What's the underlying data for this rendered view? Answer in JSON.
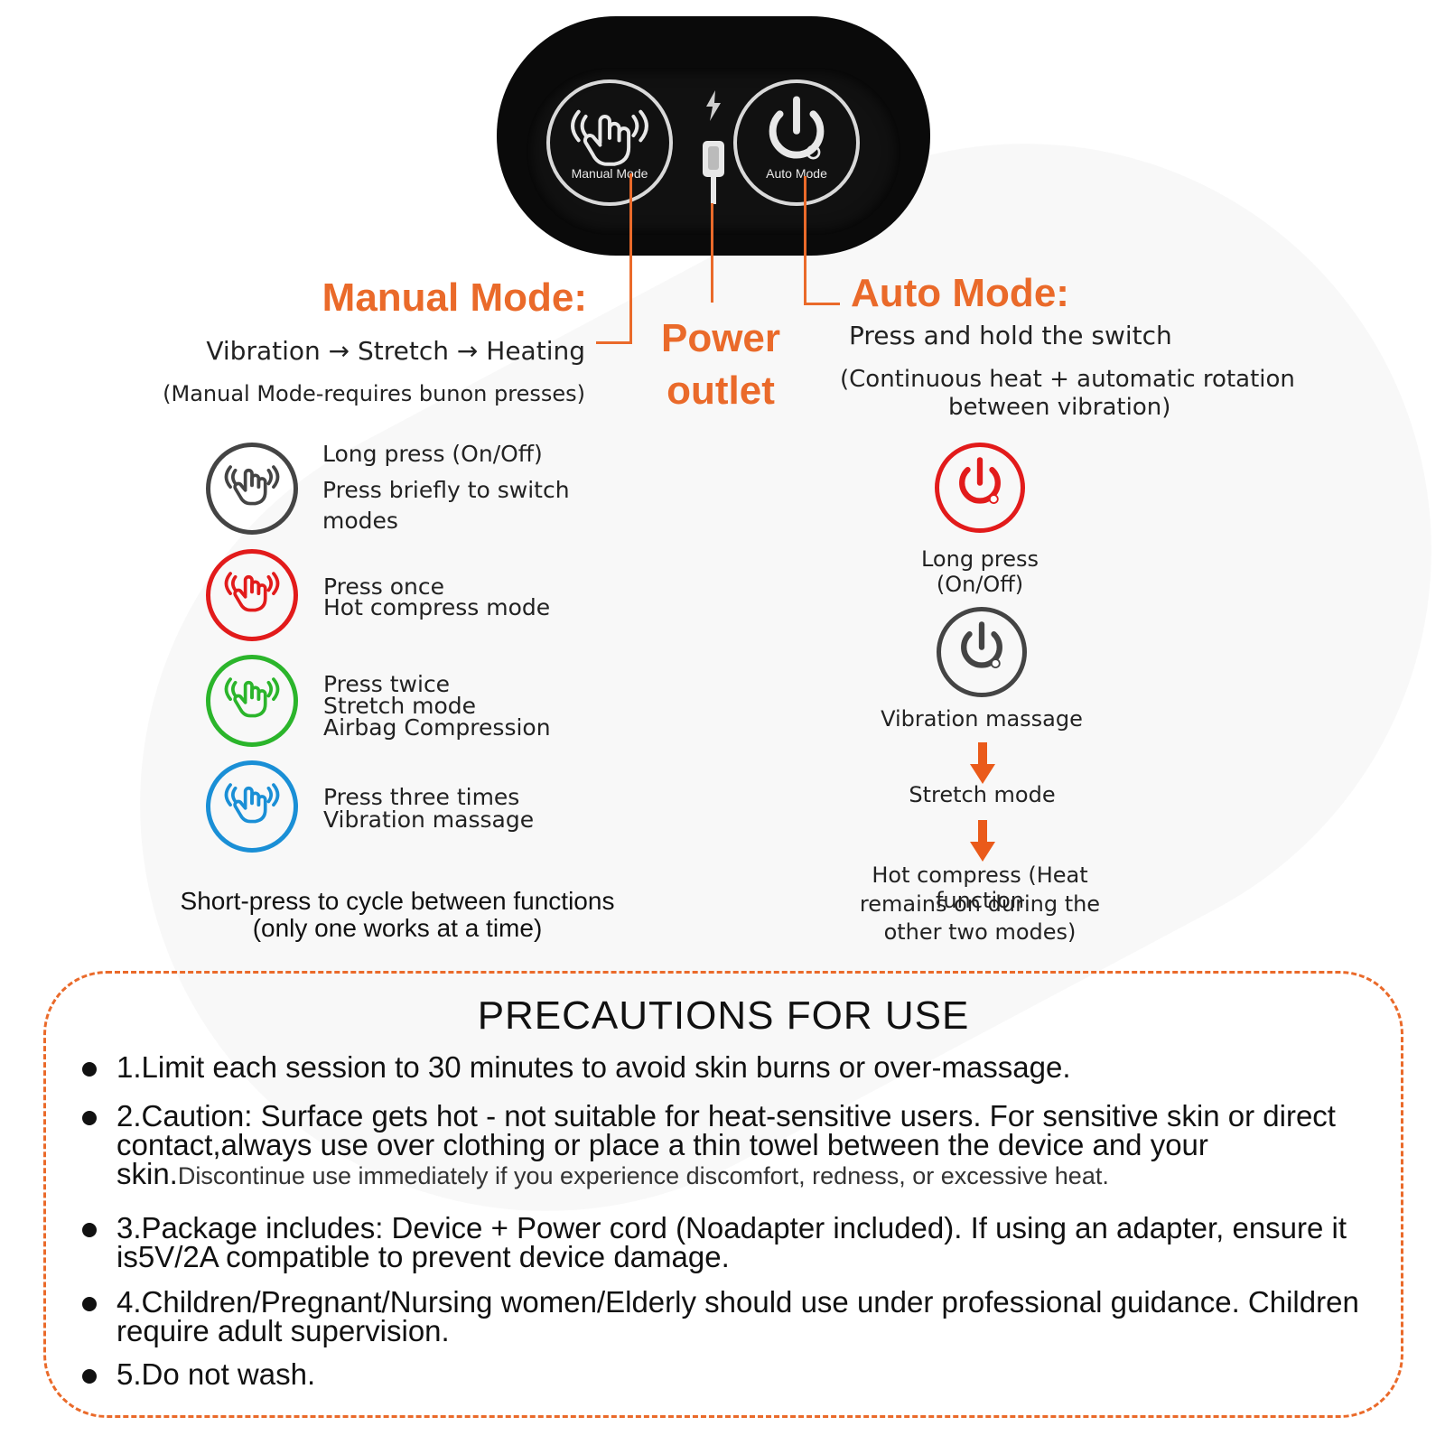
{
  "device_panel": {
    "manual_button_label": "Manual Mode",
    "auto_button_label": "Auto Mode"
  },
  "manual_mode": {
    "title": "Manual Mode:",
    "sequence": "Vibration → Stretch → Heating",
    "note": "(Manual Mode-requires bunon presses)",
    "items": [
      {
        "icon": "hand-vibration-icon",
        "color": "#444444",
        "lines": [
          "Long press (On/Off)",
          "Press briefly to switch",
          "modes"
        ]
      },
      {
        "icon": "hand-vibration-icon",
        "color": "#e21b1b",
        "lines": [
          "Press once",
          "Hot compress mode"
        ]
      },
      {
        "icon": "hand-vibration-icon",
        "color": "#2bb52b",
        "lines": [
          "Press twice",
          "Stretch mode",
          "Airbag Compression"
        ]
      },
      {
        "icon": "hand-vibration-icon",
        "color": "#1a8fd6",
        "lines": [
          "Press three times",
          "Vibration massage"
        ]
      }
    ],
    "footer_line1": "Short-press to cycle between functions",
    "footer_line2": "(only one works at a time)"
  },
  "power_outlet": {
    "line1": "Power",
    "line2": "outlet"
  },
  "auto_mode": {
    "title": "Auto Mode:",
    "instruction": "Press and hold the switch",
    "note_line1": "(Continuous heat + automatic rotation",
    "note_line2": "between vibration)",
    "power_red_label": "Long press (On/Off)",
    "power_gray_label": "Vibration massage",
    "step2": "Stretch mode",
    "step3_line1": "Hot compress (Heat function",
    "step3_line2": "remains on during the",
    "step3_line3": "other two modes)",
    "colors": {
      "red": "#e21b1b",
      "gray": "#444444",
      "arrow": "#ea5a1a"
    }
  },
  "precautions": {
    "title": "PRECAUTIONS FOR USE",
    "items": [
      {
        "main": "1.Limit each session to 30 minutes to avoid skin burns or over-massage."
      },
      {
        "main": "2.Caution: Surface gets hot - not suitable for heat-sensitive users. For sensitive skin or direct contact,always use over clothing or place a thin towel between the device and your skin.",
        "small": "Discontinue use immediately if you experience discomfort, redness, or excessive heat."
      },
      {
        "main": "3.Package includes: Device + Power cord (Noadapter included). If using an adapter, ensure it is5V/2A compatible to prevent device damage."
      },
      {
        "main": "4.Children/Pregnant/Nursing women/Elderly should use under professional guidance. Children require adult supervision."
      },
      {
        "main": "5.Do not wash."
      }
    ]
  },
  "accent_color": "#ea6a2a"
}
